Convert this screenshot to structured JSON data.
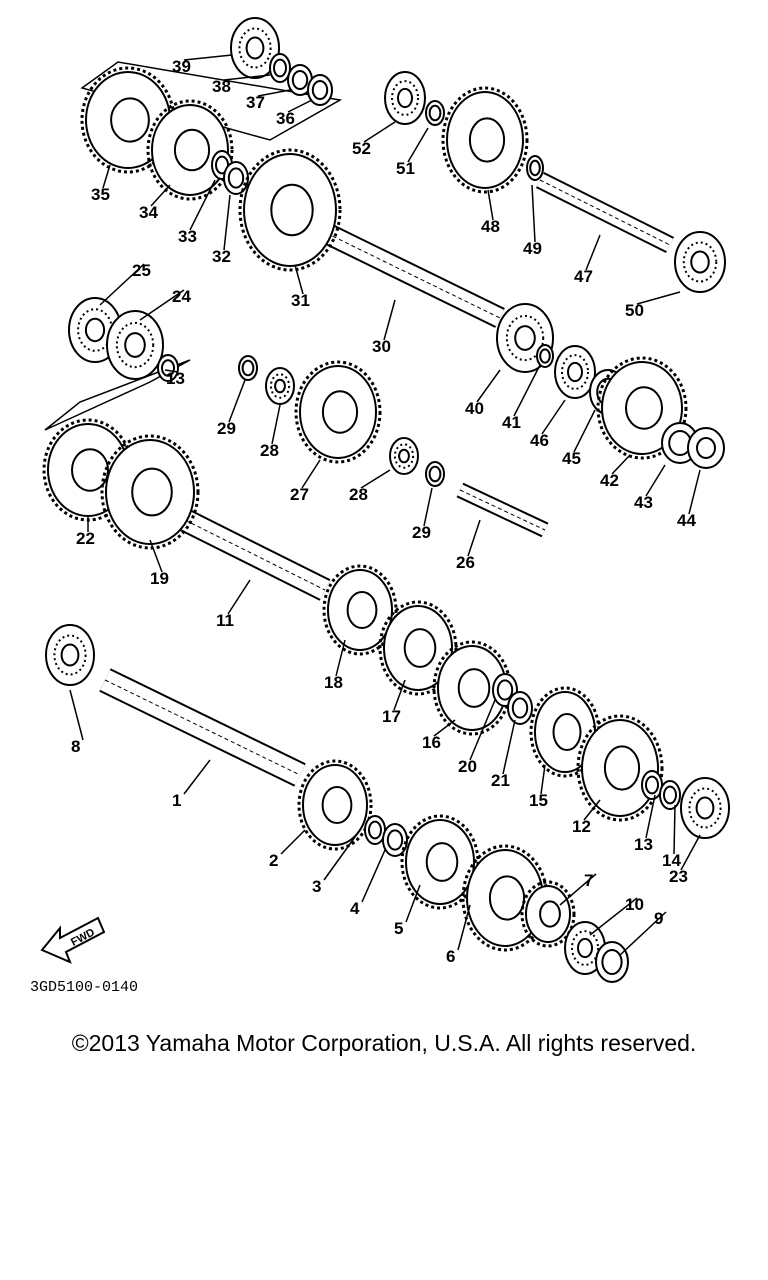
{
  "diagram": {
    "part_numbers": [
      "1",
      "2",
      "3",
      "4",
      "5",
      "6",
      "7",
      "8",
      "9",
      "10",
      "11",
      "12",
      "13",
      "13",
      "14",
      "15",
      "16",
      "17",
      "18",
      "19",
      "20",
      "21",
      "22",
      "23",
      "24",
      "25",
      "26",
      "27",
      "28",
      "28",
      "29",
      "29",
      "30",
      "31",
      "32",
      "33",
      "34",
      "35",
      "36",
      "37",
      "38",
      "39",
      "40",
      "41",
      "42",
      "43",
      "44",
      "45",
      "46",
      "47",
      "48",
      "49",
      "50",
      "51",
      "52"
    ],
    "fwd_label": "FWD",
    "drawing_code": "3GD5100-0140"
  },
  "footer": {
    "copyright": "©2013 Yamaha Motor Corporation, U.S.A. All rights reserved."
  }
}
